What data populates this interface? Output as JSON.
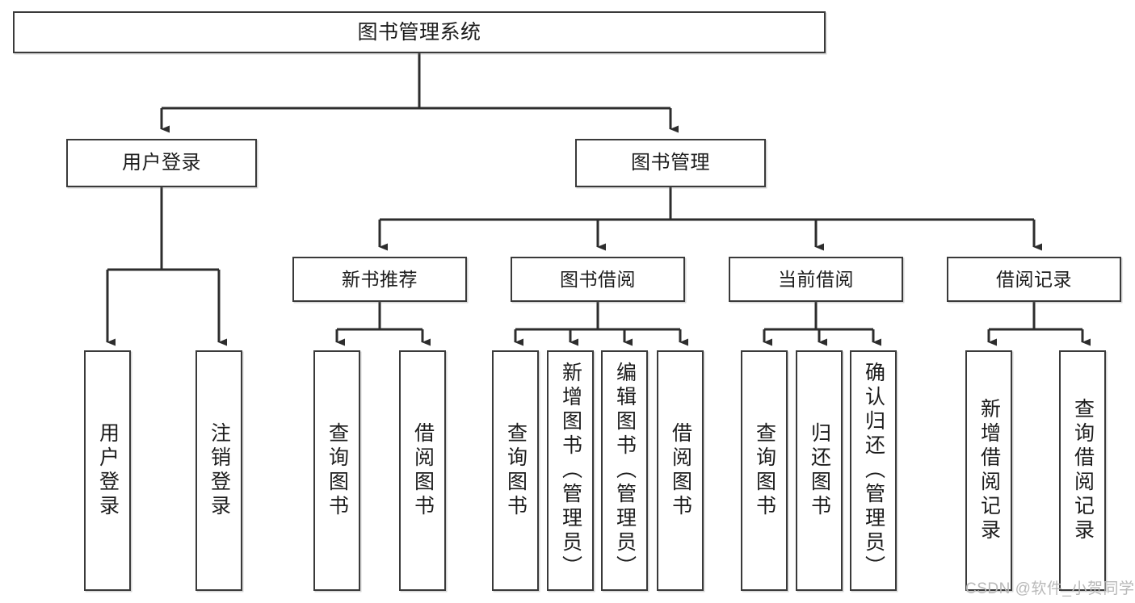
{
  "diagram": {
    "title": "图书管理系统",
    "root": {
      "label": "图书管理系统"
    },
    "level1": [
      {
        "label": "用户登录"
      },
      {
        "label": "图书管理"
      }
    ],
    "level2": [
      {
        "label": "新书推荐"
      },
      {
        "label": "图书借阅"
      },
      {
        "label": "当前借阅"
      },
      {
        "label": "借阅记录"
      }
    ],
    "leaves": {
      "user_login": [
        {
          "label": "用户登录"
        },
        {
          "label": "注销登录"
        }
      ],
      "new_book_recommend": [
        {
          "label": "查询图书"
        },
        {
          "label": "借阅图书"
        }
      ],
      "book_borrow": [
        {
          "label": "查询图书"
        },
        {
          "label": "新增图书（管理员）"
        },
        {
          "label": "编辑图书（管理员）"
        },
        {
          "label": "借阅图书"
        }
      ],
      "current_borrow": [
        {
          "label": "查询图书"
        },
        {
          "label": "归还图书"
        },
        {
          "label": "确认归还（管理员）"
        }
      ],
      "borrow_records": [
        {
          "label": "新增借阅记录"
        },
        {
          "label": "查询借阅记录"
        }
      ]
    }
  },
  "watermark": {
    "text": "CSDN @软件_小贺同学"
  },
  "colors": {
    "stroke": "#3a3a3a",
    "background": "#ffffff",
    "text": "#1c1c1c",
    "watermark": "#b9b9b9"
  }
}
